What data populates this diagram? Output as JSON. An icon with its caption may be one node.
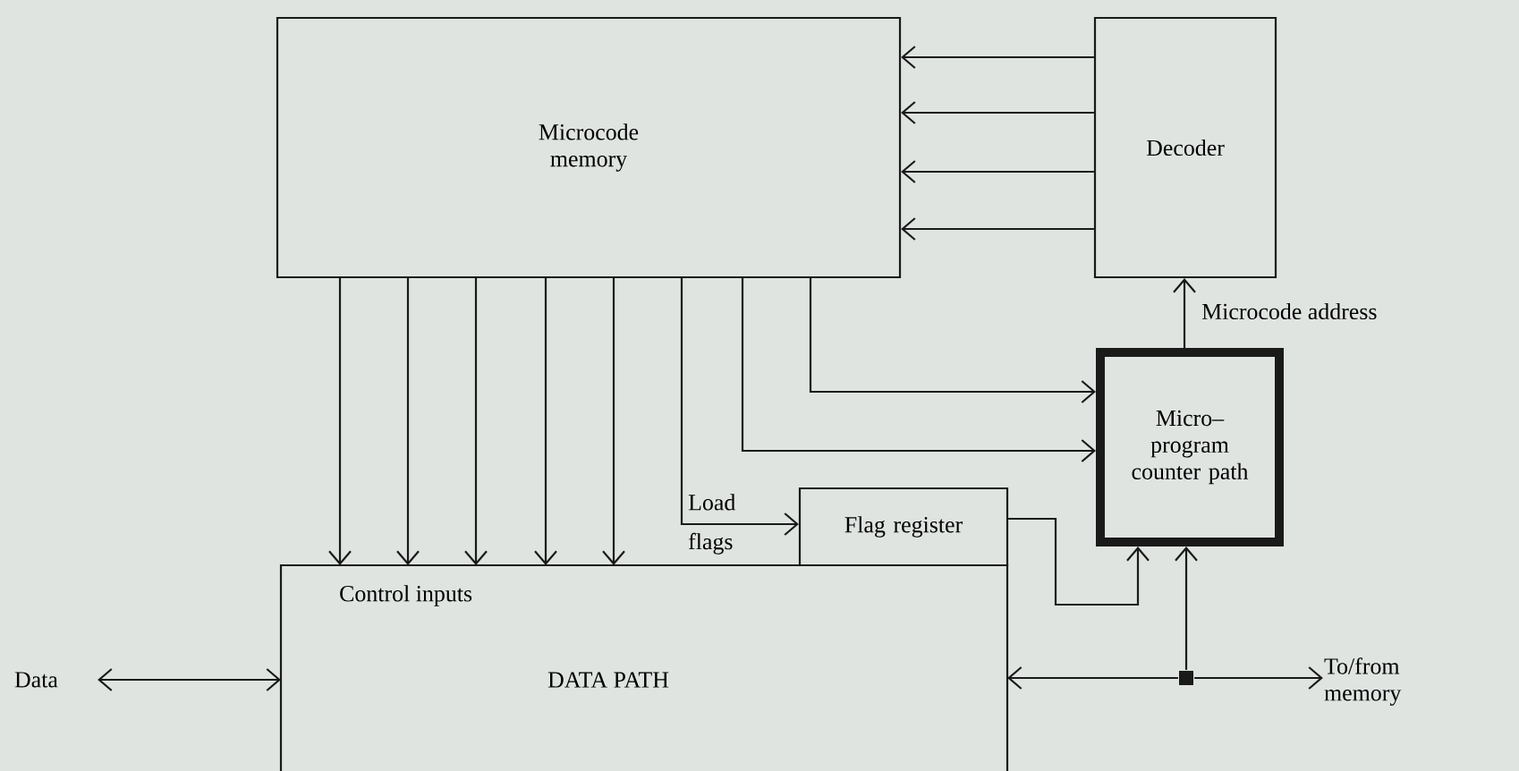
{
  "diagram": {
    "nodes": [
      {
        "text": [
          "Microcode memory"
        ]
      },
      {
        "text": [
          "Decoder"
        ]
      },
      {
        "text": [
          "Micro– program counter path"
        ]
      },
      {
        "text": [
          "Flag register"
        ]
      },
      {
        "text": [
          "Control inputs",
          "DATA PATH"
        ]
      },
      {
        "text": [
          "Data"
        ]
      },
      {
        "text": [
          "To/from memory"
        ]
      },
      {
        "text": [],
        "shape": "box"
      }
    ],
    "edges": [
      {
        "from": 1,
        "to": 0,
        "arrow": "to"
      },
      {
        "from": 1,
        "to": 0,
        "arrow": "to"
      },
      {
        "from": 1,
        "to": 0,
        "arrow": "to"
      },
      {
        "from": 1,
        "to": 0,
        "arrow": "to"
      },
      {
        "from": 0,
        "to": 4,
        "arrow": "to"
      },
      {
        "from": 0,
        "to": 4,
        "arrow": "to"
      },
      {
        "from": 0,
        "to": 4,
        "arrow": "to"
      },
      {
        "from": 0,
        "to": 4,
        "arrow": "to"
      },
      {
        "from": 0,
        "to": 4,
        "arrow": "to"
      },
      {
        "from": 0,
        "to": 3,
        "arrow": "to",
        "label": "Load flags"
      },
      {
        "from": 0,
        "to": 2,
        "arrow": "to"
      },
      {
        "from": 0,
        "to": 2,
        "arrow": "to"
      },
      {
        "from": 3,
        "to": 2,
        "arrow": "to"
      },
      {
        "from": 2,
        "to": 1,
        "arrow": "to",
        "label": "Microcode address"
      },
      {
        "from": 5,
        "to": 4,
        "arrow": "both"
      },
      {
        "from": 7,
        "to": 4,
        "arrow": "to"
      },
      {
        "from": 7,
        "to": 6,
        "arrow": "to"
      },
      {
        "from": 7,
        "to": 2,
        "arrow": "to"
      }
    ]
  }
}
